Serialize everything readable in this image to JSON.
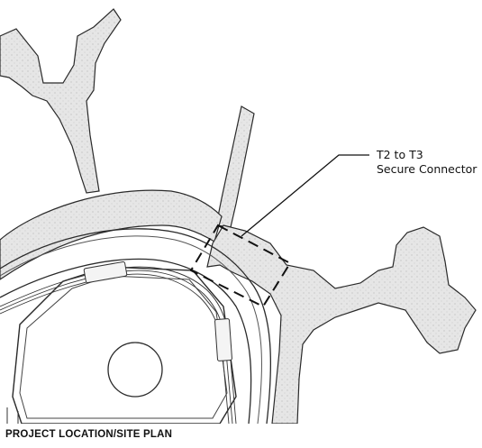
{
  "plan": {
    "caption": "PROJECT LOCATION/SITE PLAN",
    "callout": {
      "line1": "T2 to T3",
      "line2": "Secure Connector"
    }
  },
  "colors": {
    "fill": "#e3e3e3",
    "outline": "#2a2a2a",
    "dashed_box": "#111111"
  }
}
